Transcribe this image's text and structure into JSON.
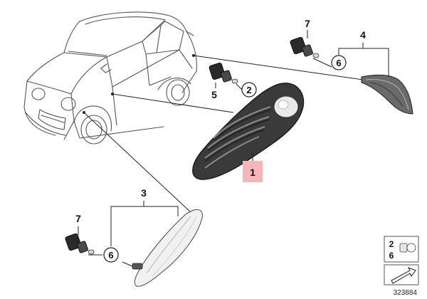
{
  "diagram": {
    "part_labels": {
      "part_1": "1",
      "part_2": "2",
      "part_3": "3",
      "part_4": "4",
      "part_5": "5",
      "part_6_top": "6",
      "part_6_bottom": "6",
      "part_7_top": "7",
      "part_7_bottom": "7"
    },
    "legend": {
      "row_1": "2",
      "row_2": "6"
    },
    "catalog_number": "323884",
    "colors": {
      "highlight": "#f4b6b6",
      "line": "#222222",
      "part_dark": "#3a3a3a",
      "lens_clear": "#e8e8e8"
    }
  }
}
